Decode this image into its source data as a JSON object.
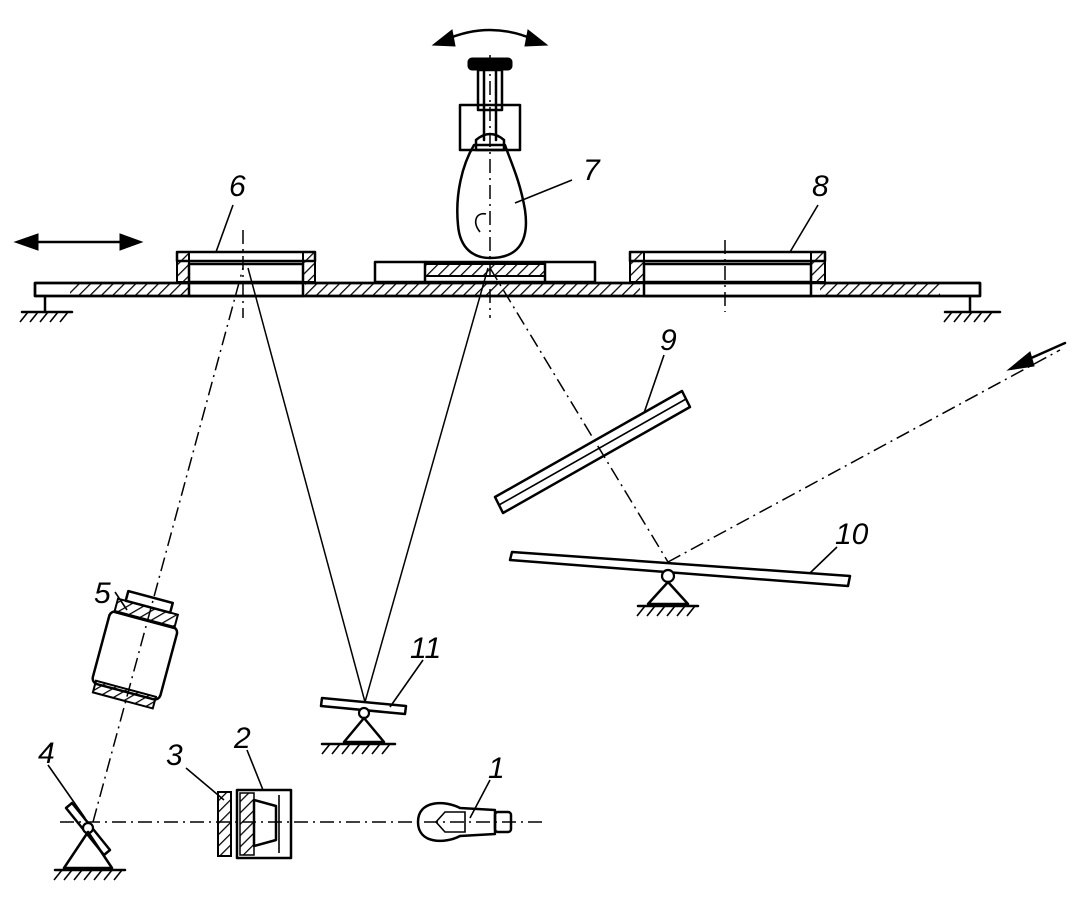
{
  "diagram": {
    "title": "",
    "labels": {
      "lamp": "1",
      "condenser": "2",
      "filter": "3",
      "mirror_small_left": "4",
      "objective": "5",
      "left_stage_holder": "6",
      "specimen_flask": "7",
      "right_stage_holder": "8",
      "glass_plate": "9",
      "mirror_right": "10",
      "mirror_middle": "11"
    },
    "colors": {
      "ink": "#000000",
      "background": "#ffffff"
    },
    "icons": {
      "double_arrow_horizontal": "double-arrow-icon",
      "rotation_arrow": "curved-double-arrow-icon",
      "incoming_light_arrow": "arrow-icon",
      "ground_support": "ground-hatch-icon",
      "pivot_support": "pivot-triangle-icon"
    }
  }
}
